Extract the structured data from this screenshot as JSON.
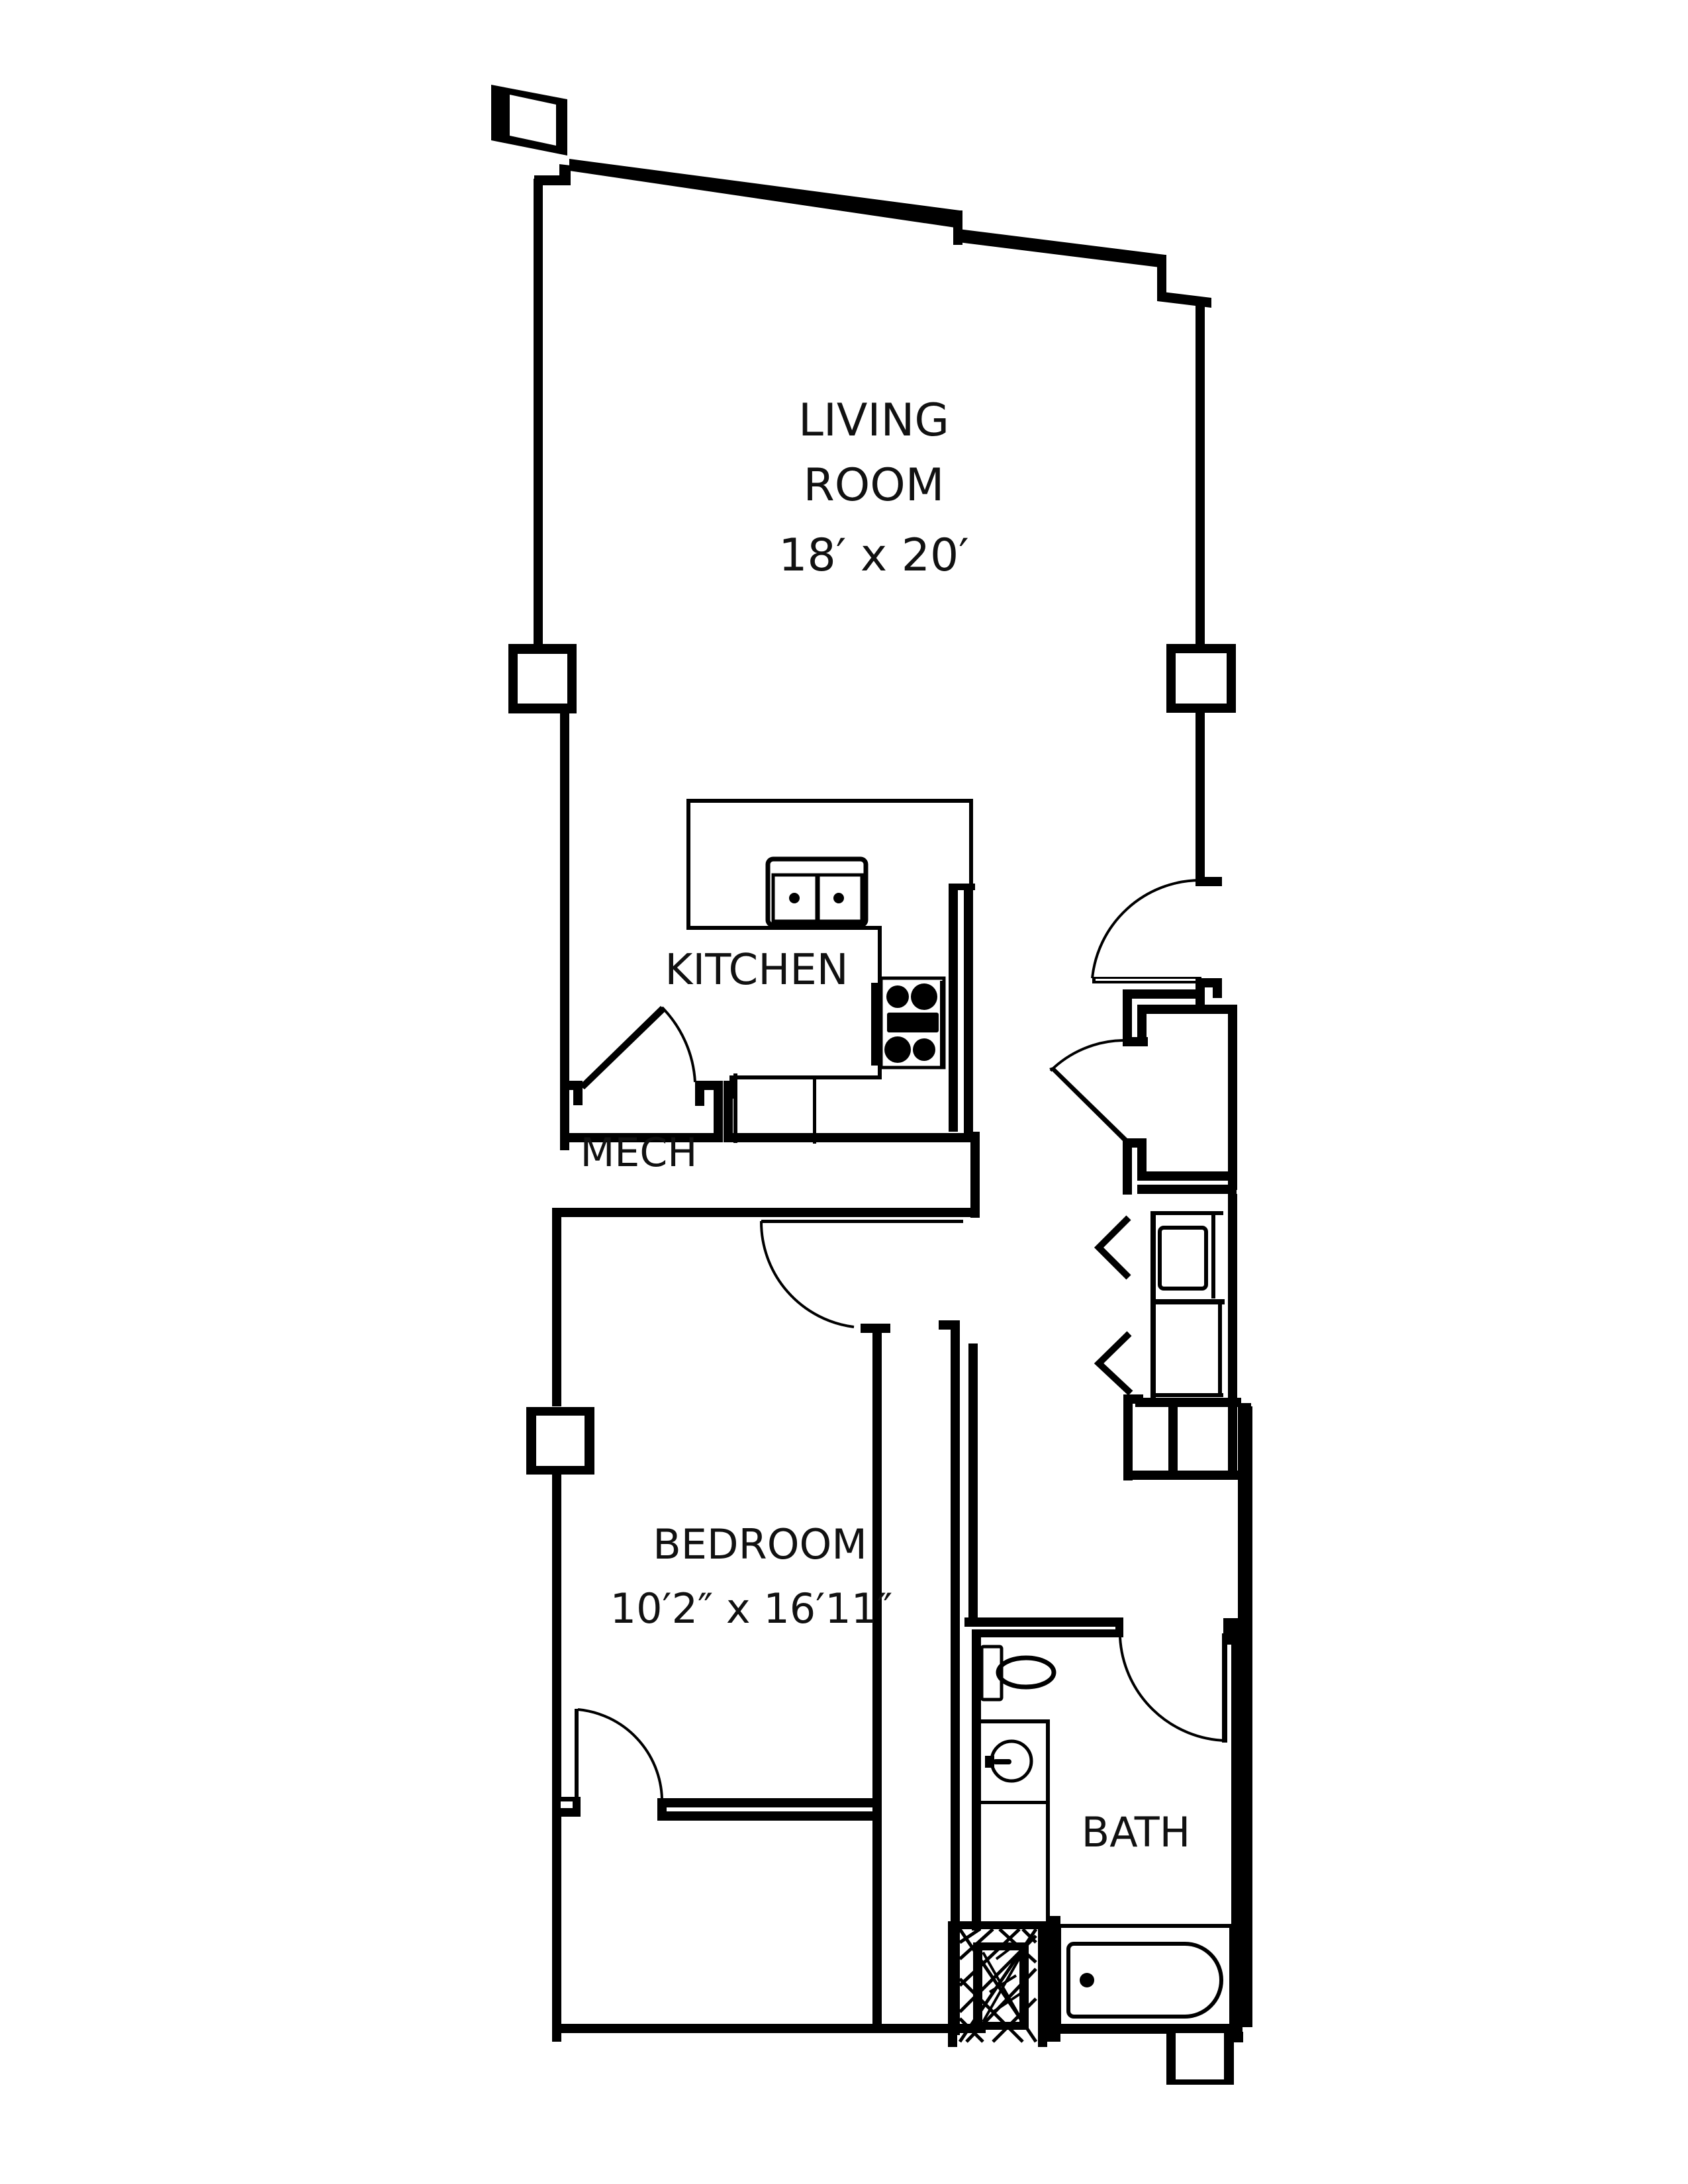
{
  "plan": {
    "type": "floor-plan",
    "unit": "1 bedroom / 1 bath apartment",
    "colors": {
      "wall": "#000000",
      "background": "#ffffff",
      "text": "#111111"
    }
  },
  "rooms": {
    "living": {
      "name_line1": "LIVING",
      "name_line2": "ROOM",
      "dimensions": "18′ x 20′"
    },
    "kitchen": {
      "name": "KITCHEN"
    },
    "mech": {
      "name": "MECH"
    },
    "bedroom": {
      "name": "BEDROOM",
      "dimensions": "10′2″ x 16′11″"
    },
    "bath": {
      "name": "BATH"
    }
  },
  "fixtures": [
    {
      "id": "double-sink",
      "room": "kitchen"
    },
    {
      "id": "range-cooktop",
      "room": "kitchen"
    },
    {
      "id": "washer",
      "room": "hall"
    },
    {
      "id": "dryer",
      "room": "hall"
    },
    {
      "id": "toilet",
      "room": "bath"
    },
    {
      "id": "vanity-sink",
      "room": "bath"
    },
    {
      "id": "bathtub",
      "room": "bath"
    }
  ]
}
